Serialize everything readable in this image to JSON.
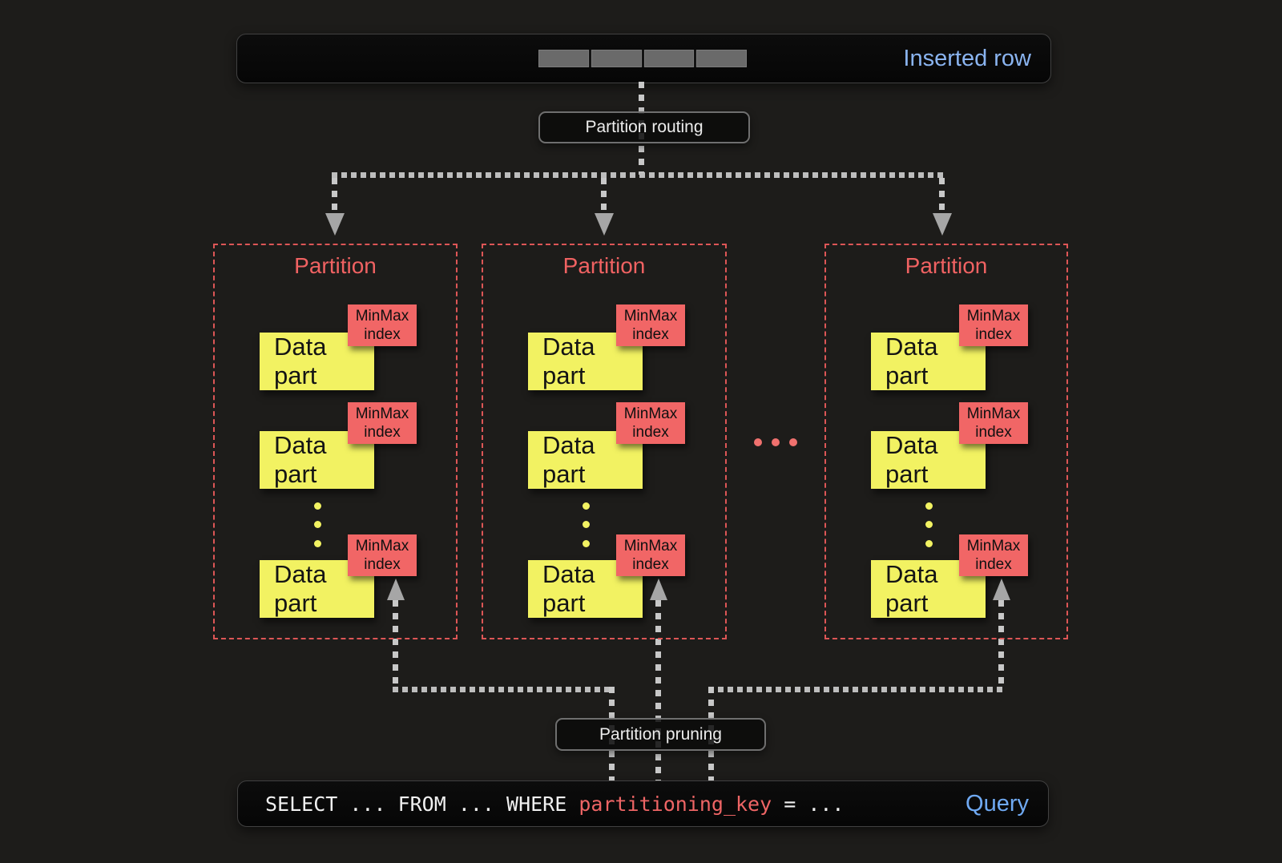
{
  "colors": {
    "background": "#1d1c1a",
    "accent_yellow": "#f2f262",
    "accent_red": "#ee5f5f",
    "accent_blue": "#85b3f0",
    "connector_gray": "#c2c2c2"
  },
  "inserted_row": {
    "label": "Inserted row",
    "cell_count": 4
  },
  "labels": {
    "routing": "Partition routing",
    "pruning": "Partition pruning"
  },
  "partitions": [
    {
      "title": "Partition",
      "parts": [
        {
          "data_label": "Data part",
          "index_label": "MinMax index"
        },
        {
          "data_label": "Data part",
          "index_label": "MinMax index"
        },
        {
          "data_label": "Data part",
          "index_label": "MinMax index"
        }
      ]
    },
    {
      "title": "Partition",
      "parts": [
        {
          "data_label": "Data part",
          "index_label": "MinMax index"
        },
        {
          "data_label": "Data part",
          "index_label": "MinMax index"
        },
        {
          "data_label": "Data part",
          "index_label": "MinMax index"
        }
      ]
    },
    {
      "title": "Partition",
      "parts": [
        {
          "data_label": "Data part",
          "index_label": "MinMax index"
        },
        {
          "data_label": "Data part",
          "index_label": "MinMax index"
        },
        {
          "data_label": "Data part",
          "index_label": "MinMax index"
        }
      ]
    }
  ],
  "query": {
    "sql_prefix": "SELECT ... FROM ... WHERE ",
    "sql_key": "partitioning_key",
    "sql_suffix": " = ...",
    "label": "Query"
  }
}
